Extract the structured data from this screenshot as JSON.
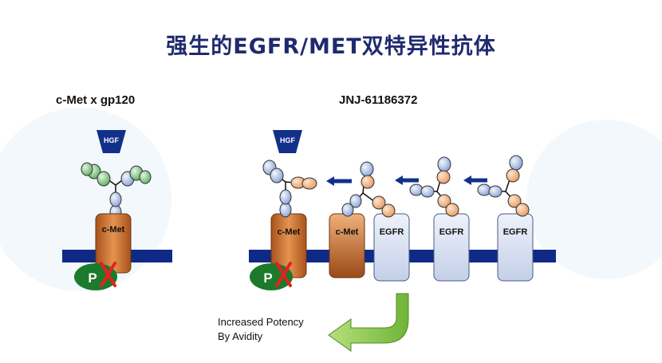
{
  "title": "强生的EGFR/MET双特异性抗体",
  "left_panel": {
    "title": "c-Met x gp120",
    "ligand": "HGF",
    "receptor": "c-Met",
    "phospho": "P"
  },
  "right_panel": {
    "title": "JNJ-61186372",
    "ligand": "HGF",
    "receptors": [
      "c-Met",
      "c-Met",
      "EGFR",
      "EGFR",
      "EGFR"
    ],
    "phospho": "P"
  },
  "note": {
    "line1": "Increased Potency",
    "line2": "By Avidity"
  },
  "colors": {
    "title": "#1f2a6e",
    "membrane": "#0e2a86",
    "cmet_receptor": "#c9732f",
    "egfr_receptor": "#dde3f2",
    "hgf": "#12308a",
    "green_arm": "#7ec87e",
    "blue_domain": "#a9bde4",
    "orange_domain": "#f3b688",
    "phospho_blob": "#1b7a2c",
    "arrow_green": "#88c94a",
    "cross": "#e62020"
  }
}
